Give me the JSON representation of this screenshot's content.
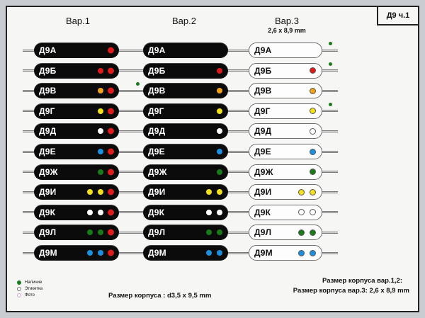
{
  "sheet": {
    "corner_tag": "Д9 ч.1"
  },
  "columns": [
    {
      "title": "Вар.1",
      "subtitle": ""
    },
    {
      "title": "Вар.2",
      "subtitle": ""
    },
    {
      "title": "Вар.3",
      "subtitle": "2,6 x 8,9 mm"
    }
  ],
  "colors": {
    "red": "#e01b1b",
    "orange": "#f0a319",
    "yellow": "#f2e11c",
    "white": "#ffffff",
    "blue": "#1b8fe0",
    "green": "#1a7a1a",
    "body_dark": "#0b0b0b",
    "body_light": "#fdfdfd",
    "lead": "#d8d8d8",
    "sheet_bg": "#f6f6f4",
    "legend_photo": "#d9a3d9"
  },
  "variant1": {
    "has_end_cap": true,
    "rows": [
      {
        "label": "Д9А",
        "bands": [],
        "available": false
      },
      {
        "label": "Д9Б",
        "bands": [
          "red"
        ],
        "available": false
      },
      {
        "label": "Д9В",
        "bands": [
          "orange"
        ],
        "available": true
      },
      {
        "label": "Д9Г",
        "bands": [
          "yellow"
        ],
        "available": false
      },
      {
        "label": "Д9Д",
        "bands": [
          "white"
        ],
        "available": false
      },
      {
        "label": "Д9Е",
        "bands": [
          "blue"
        ],
        "available": false
      },
      {
        "label": "Д9Ж",
        "bands": [
          "green"
        ],
        "available": false
      },
      {
        "label": "Д9И",
        "bands": [
          "yellow",
          "yellow"
        ],
        "available": false
      },
      {
        "label": "Д9К",
        "bands": [
          "white",
          "white"
        ],
        "available": false
      },
      {
        "label": "Д9Л",
        "bands": [
          "green",
          "green"
        ],
        "available": false
      },
      {
        "label": "Д9М",
        "bands": [
          "blue",
          "blue"
        ],
        "available": false
      }
    ]
  },
  "variant2": {
    "has_end_cap": false,
    "rows": [
      {
        "label": "Д9А",
        "bands": [],
        "available": false
      },
      {
        "label": "Д9Б",
        "bands": [
          "red"
        ],
        "available": false
      },
      {
        "label": "Д9В",
        "bands": [
          "orange"
        ],
        "available": false
      },
      {
        "label": "Д9Г",
        "bands": [
          "yellow"
        ],
        "available": false
      },
      {
        "label": "Д9Д",
        "bands": [
          "white"
        ],
        "available": false
      },
      {
        "label": "Д9Е",
        "bands": [
          "blue"
        ],
        "available": false
      },
      {
        "label": "Д9Ж",
        "bands": [
          "green"
        ],
        "available": false
      },
      {
        "label": "Д9И",
        "bands": [
          "yellow",
          "yellow"
        ],
        "available": false
      },
      {
        "label": "Д9К",
        "bands": [
          "white",
          "white"
        ],
        "available": false
      },
      {
        "label": "Д9Л",
        "bands": [
          "green",
          "green"
        ],
        "available": false
      },
      {
        "label": "Д9М",
        "bands": [
          "blue",
          "blue"
        ],
        "available": false
      }
    ]
  },
  "variant3": {
    "has_end_cap": false,
    "rows": [
      {
        "label": "Д9А",
        "bands": [],
        "available": true
      },
      {
        "label": "Д9Б",
        "bands": [
          "red"
        ],
        "available": true
      },
      {
        "label": "Д9В",
        "bands": [
          "orange"
        ],
        "available": false
      },
      {
        "label": "Д9Г",
        "bands": [
          "yellow"
        ],
        "available": true
      },
      {
        "label": "Д9Д",
        "bands": [
          "white"
        ],
        "available": false
      },
      {
        "label": "Д9Е",
        "bands": [
          "blue"
        ],
        "available": false
      },
      {
        "label": "Д9Ж",
        "bands": [
          "green"
        ],
        "available": false
      },
      {
        "label": "Д9И",
        "bands": [
          "yellow",
          "yellow"
        ],
        "available": false
      },
      {
        "label": "Д9К",
        "bands": [
          "white",
          "white"
        ],
        "available": false
      },
      {
        "label": "Д9Л",
        "bands": [
          "green",
          "green"
        ],
        "available": false
      },
      {
        "label": "Д9М",
        "bands": [
          "blue",
          "blue"
        ],
        "available": false
      }
    ]
  },
  "legend": [
    {
      "label": "Наличие",
      "color": "#1a7a1a",
      "style": "solid"
    },
    {
      "label": "Этикетка",
      "color": "#6d6d6d",
      "style": "ring"
    },
    {
      "label": "Фото",
      "color": "#d9a3d9",
      "style": "ring"
    }
  ],
  "footer": {
    "left": "Размер корпуса : d3,5 x 9,5 mm",
    "right_line1": "Размер корпуса вар.1,2:",
    "right_line2": "Размер корпуса вар.3: 2,6 x 8,9 mm"
  }
}
